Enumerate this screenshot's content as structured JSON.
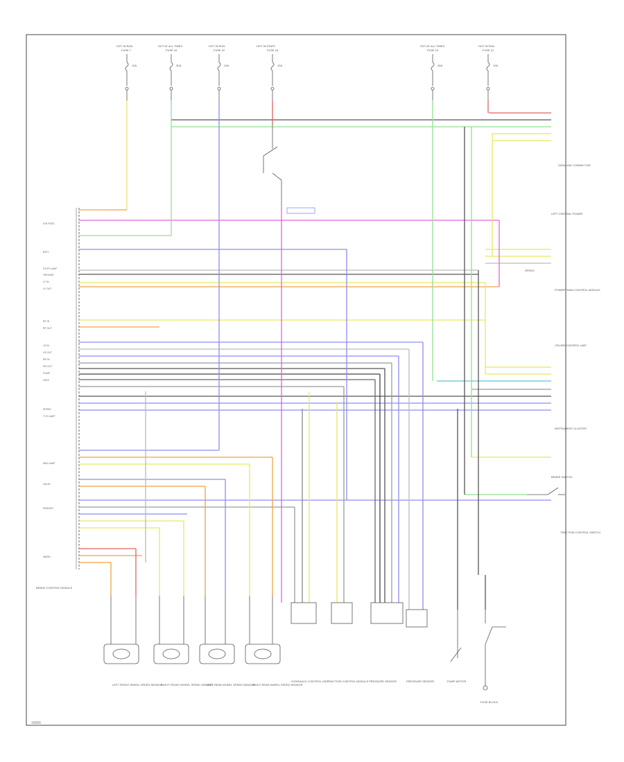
{
  "diagram": {
    "footer_code": "16666",
    "module_caption": "BRAKE CONTROL MODULE",
    "fuses": [
      {
        "top": "HOT IN RUN",
        "id": "FUSE 7",
        "amps": "10A"
      },
      {
        "top": "HOT AT ALL TIMES",
        "id": "FUSE 16",
        "amps": "30A"
      },
      {
        "top": "HOT IN RUN",
        "id": "FUSE 22",
        "amps": "10A"
      },
      {
        "top": "HOT IN START",
        "id": "FUSE 18",
        "amps": "10A"
      },
      {
        "top": "HOT AT ALL TIMES",
        "id": "FUSE 19",
        "amps": "30A"
      },
      {
        "top": "HOT IN RUN",
        "id": "FUSE 21",
        "amps": "10A"
      }
    ],
    "right_labels": [
      "DATA LINK CONNECTOR",
      "LEFT CENTRAL POWER",
      "SPEED",
      "POWERTRAIN CONTROL MODULE",
      "CRUISE CONTROL UNIT",
      "INSTRUMENT CLUSTER",
      "BRAKE SWITCH",
      "TRACTION CONTROL SWITCH"
    ],
    "left_pins": [
      "IGN FEED",
      "BATT",
      "STOP LAMP",
      "GROUND",
      "LF IN",
      "LF OUT",
      "RF IN",
      "RF OUT",
      "LR IN",
      "LR OUT",
      "RR IN",
      "RR OUT",
      "PUMP",
      "DATA",
      "SPEED",
      "TCS LAMP",
      "ABS LAMP",
      "VALVE",
      "SENSOR",
      "WARN"
    ],
    "bottom_labels": [
      "LEFT FRONT WHEEL SPEED SENSOR",
      "RIGHT FRONT WHEEL SPEED SENSOR",
      "LEFT REAR WHEEL SPEED SENSOR",
      "RIGHT REAR WHEEL SPEED SENSOR",
      "HYDRAULIC CONTROL UNIT",
      "TRACTION CONTROL MODULE",
      "PRESSURE SENSOR",
      "PRESSURE SENSOR",
      "PUMP MOTOR",
      "FUSE BLOCK"
    ],
    "colors": {
      "yellow": "#e8e860",
      "green": "#8fe08f",
      "blue": "#8c8cf0",
      "magenta": "#e060e0",
      "orange": "#f0a040",
      "red": "#e06060",
      "gray": "#888888",
      "black": "#333333",
      "cyan": "#60c0d0"
    }
  }
}
